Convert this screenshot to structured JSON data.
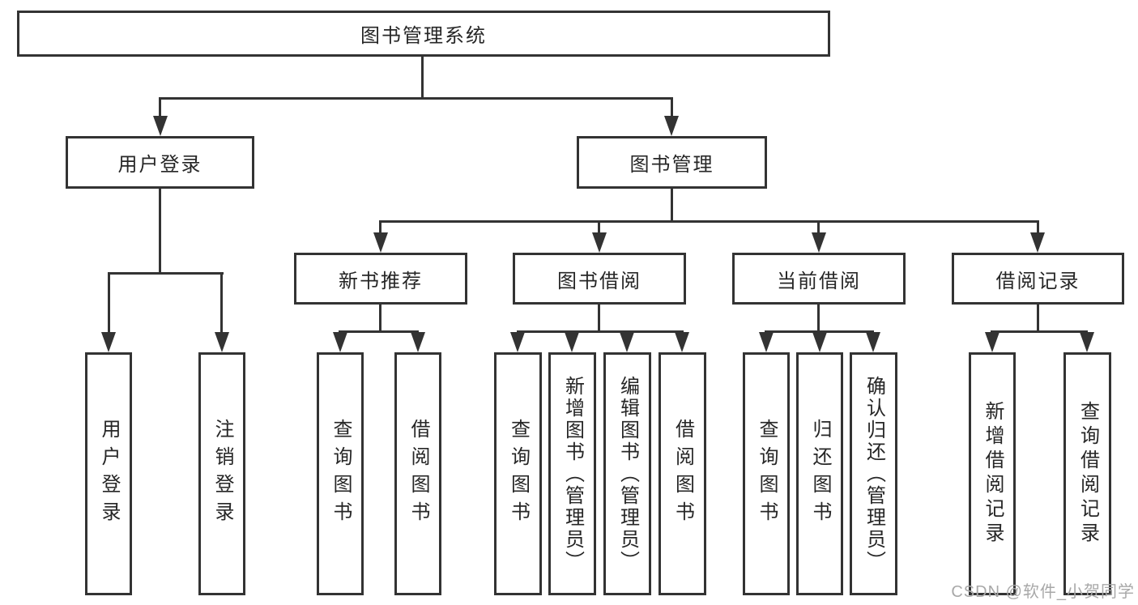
{
  "diagram_title": "图书管理系统",
  "tree": {
    "root": {
      "label": "图书管理系统"
    },
    "branches": [
      {
        "label": "用户登录",
        "children": [
          {
            "label": "用户登录"
          },
          {
            "label": "注销登录"
          }
        ]
      },
      {
        "label": "图书管理",
        "children": [
          {
            "label": "新书推荐",
            "children": [
              {
                "label": "查询图书"
              },
              {
                "label": "借阅图书"
              }
            ]
          },
          {
            "label": "图书借阅",
            "children": [
              {
                "label": "查询图书"
              },
              {
                "label": "新增图书（管理员）"
              },
              {
                "label": "编辑图书（管理员）"
              },
              {
                "label": "借阅图书"
              }
            ]
          },
          {
            "label": "当前借阅",
            "children": [
              {
                "label": "查询图书"
              },
              {
                "label": "归还图书"
              },
              {
                "label": "确认归还（管理员）"
              }
            ]
          },
          {
            "label": "借阅记录",
            "children": [
              {
                "label": "新增借阅记录"
              },
              {
                "label": "查询借阅记录"
              }
            ]
          }
        ]
      }
    ]
  },
  "watermark": "CSDN @软件_小贺同学",
  "colors": {
    "line": "#333333",
    "text": "#262626",
    "watermark": "#a8a8a8",
    "background": "#ffffff"
  }
}
